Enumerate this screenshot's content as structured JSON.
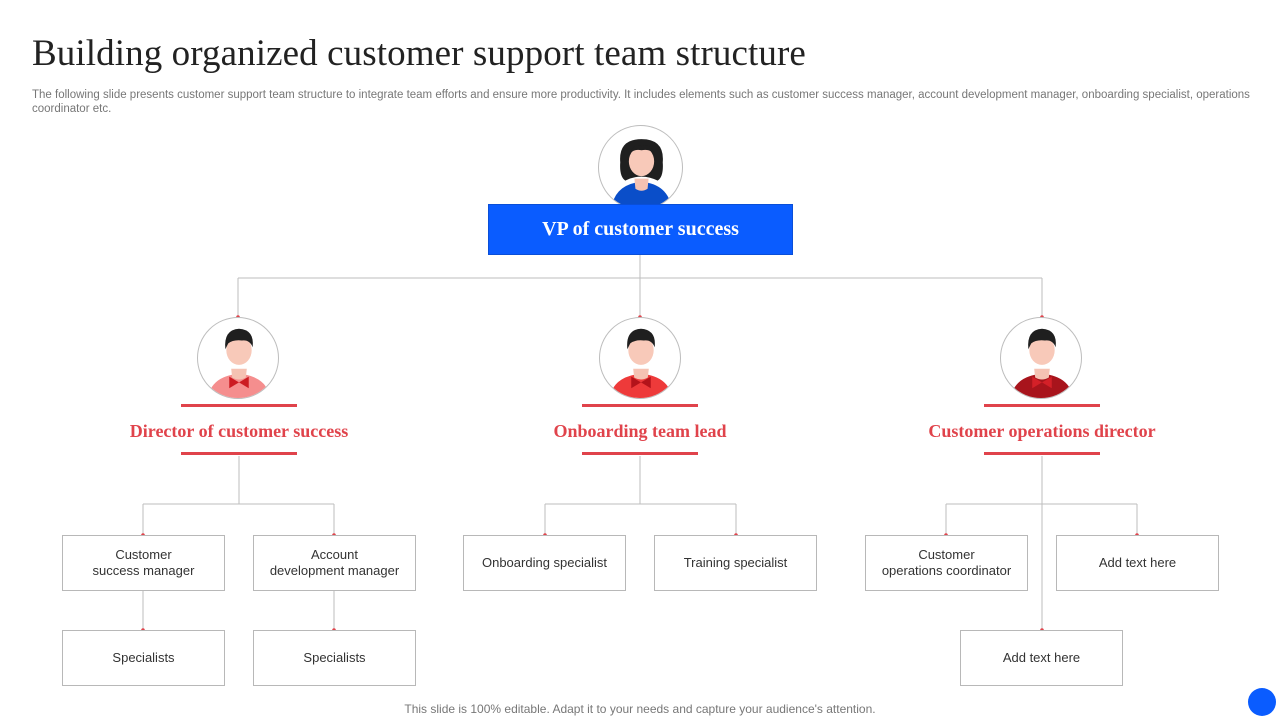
{
  "header": {
    "title": "Building organized customer support team structure",
    "subtitle": "The following slide presents customer support team structure to integrate team efforts and ensure more productivity. It includes elements such as customer success manager, account development manager, onboarding specialist, operations coordinator etc."
  },
  "org": {
    "vp": {
      "label": "VP of customer success"
    },
    "directors": [
      {
        "label": "Director of customer success"
      },
      {
        "label": "Onboarding team lead"
      },
      {
        "label": "Customer operations director"
      }
    ],
    "level3": [
      "Customer\nsuccess manager",
      "Account\ndevelopment manager",
      "Onboarding specialist",
      "Training specialist",
      "Customer\noperations coordinator",
      "Add text here"
    ],
    "level4": [
      "Specialists",
      "Specialists",
      "Add text here"
    ]
  },
  "footer": {
    "text": "This slide is 100% editable. Adapt it to your needs and capture your audience's attention."
  },
  "colors": {
    "accent_blue": "#0a5cff",
    "accent_red": "#e0434b",
    "avatar_red_light": "#f58e8e",
    "avatar_red": "#ee3a3a",
    "avatar_red_dark": "#a8141c"
  }
}
